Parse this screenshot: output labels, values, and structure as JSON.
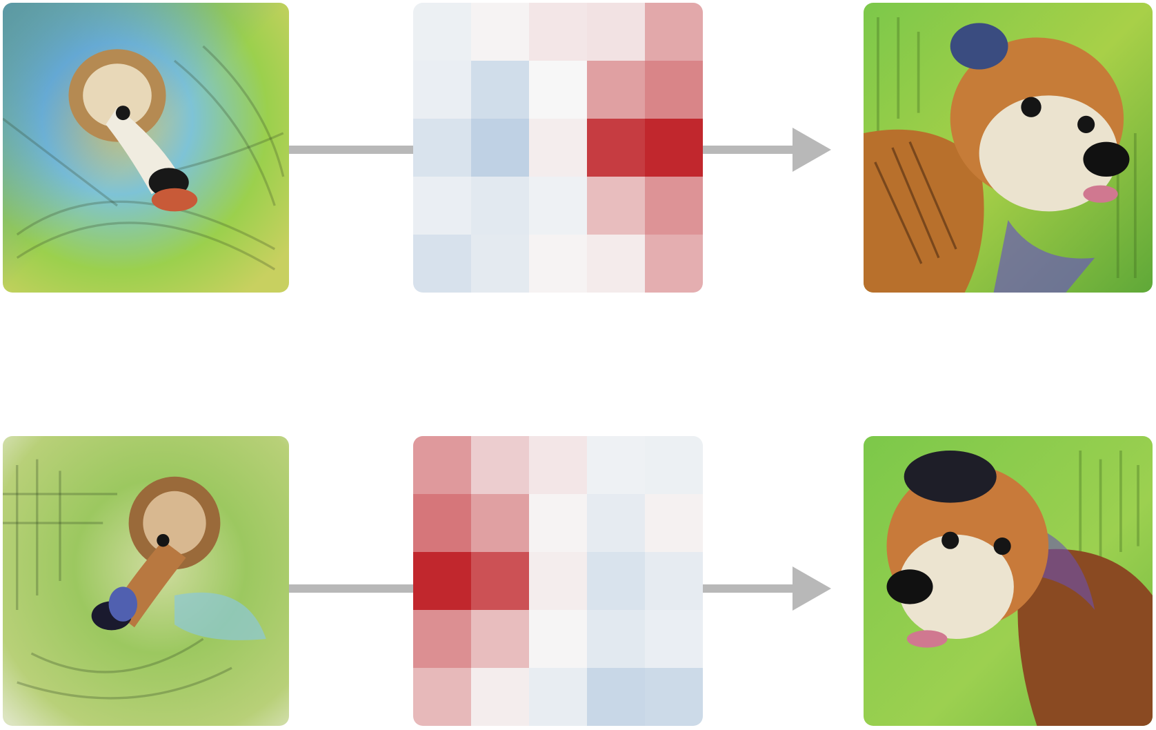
{
  "heatmap_scale": {
    "negative": "#2166ac",
    "neutral": "#f7f7f7",
    "positive": "#c1272d"
  },
  "rows": [
    {
      "input_image": {
        "kind": "feature-visualization",
        "subject": "dog-snout-swirl",
        "dominant_colors": [
          "#4a8fd0",
          "#9fd04a",
          "#d8c060",
          "#2a2010"
        ]
      },
      "heatmap": [
        [
          -0.05,
          0.02,
          0.08,
          0.1,
          0.38
        ],
        [
          -0.06,
          -0.18,
          0.0,
          0.42,
          0.55
        ],
        [
          -0.14,
          -0.26,
          0.05,
          0.9,
          1.0
        ],
        [
          -0.06,
          -0.1,
          -0.04,
          0.28,
          0.48
        ],
        [
          -0.15,
          -0.09,
          0.02,
          0.06,
          0.35
        ]
      ],
      "output_image": {
        "kind": "feature-visualization",
        "subject": "dog-face-right",
        "dominant_colors": [
          "#7ab830",
          "#c87830",
          "#e8e0c8",
          "#202020"
        ]
      }
    },
    {
      "input_image": {
        "kind": "feature-visualization",
        "subject": "dog-snout-swirl-mirrored",
        "dominant_colors": [
          "#8cc050",
          "#c89050",
          "#6070c0",
          "#2a2010"
        ]
      },
      "heatmap": [
        [
          0.45,
          0.2,
          0.08,
          -0.04,
          -0.05
        ],
        [
          0.62,
          0.42,
          0.02,
          -0.08,
          0.03
        ],
        [
          1.0,
          0.8,
          0.05,
          -0.14,
          -0.08
        ],
        [
          0.5,
          0.28,
          0.01,
          -0.1,
          -0.06
        ],
        [
          0.3,
          0.05,
          -0.07,
          -0.22,
          -0.2
        ]
      ],
      "output_image": {
        "kind": "feature-visualization",
        "subject": "dog-face-left",
        "dominant_colors": [
          "#7ab830",
          "#a05020",
          "#e8e0c8",
          "#202020"
        ]
      }
    }
  ]
}
